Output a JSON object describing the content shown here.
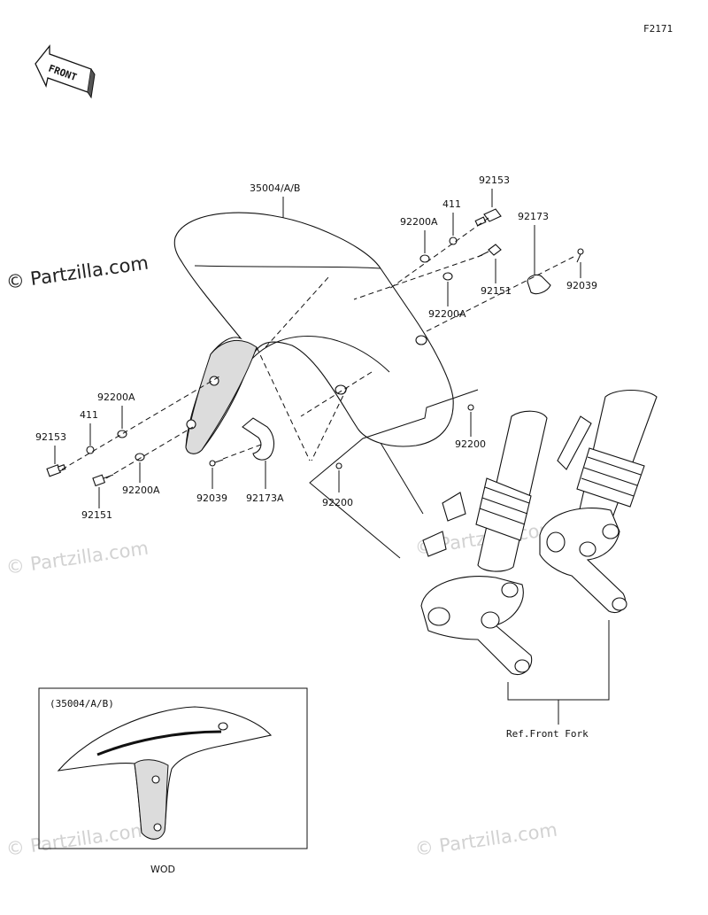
{
  "figure_code": "F2171",
  "front_label": "FRONT",
  "watermarks": {
    "main": "© Partzilla.com",
    "faint": "© Partzilla.com"
  },
  "part_labels": {
    "fender": "35004/A/B",
    "bolt_top": "92153",
    "collar_top": "411",
    "washer_top": "92200A",
    "clamp_right": "92173",
    "bolt_right": "92151",
    "screw_right": "92039",
    "washer_right": "92200A",
    "washer_small_right": "92200",
    "washer_left": "92200A",
    "collar_left": "411",
    "bolt_left": "92153",
    "washer_left_low": "92200A",
    "bolt_left_low": "92151",
    "screw_left": "92039",
    "clamp_left": "92173A",
    "washer_small_center": "92200"
  },
  "ref_label": "Ref.Front Fork",
  "inset": {
    "title": "(35004/A/B)",
    "caption": "WOD"
  }
}
